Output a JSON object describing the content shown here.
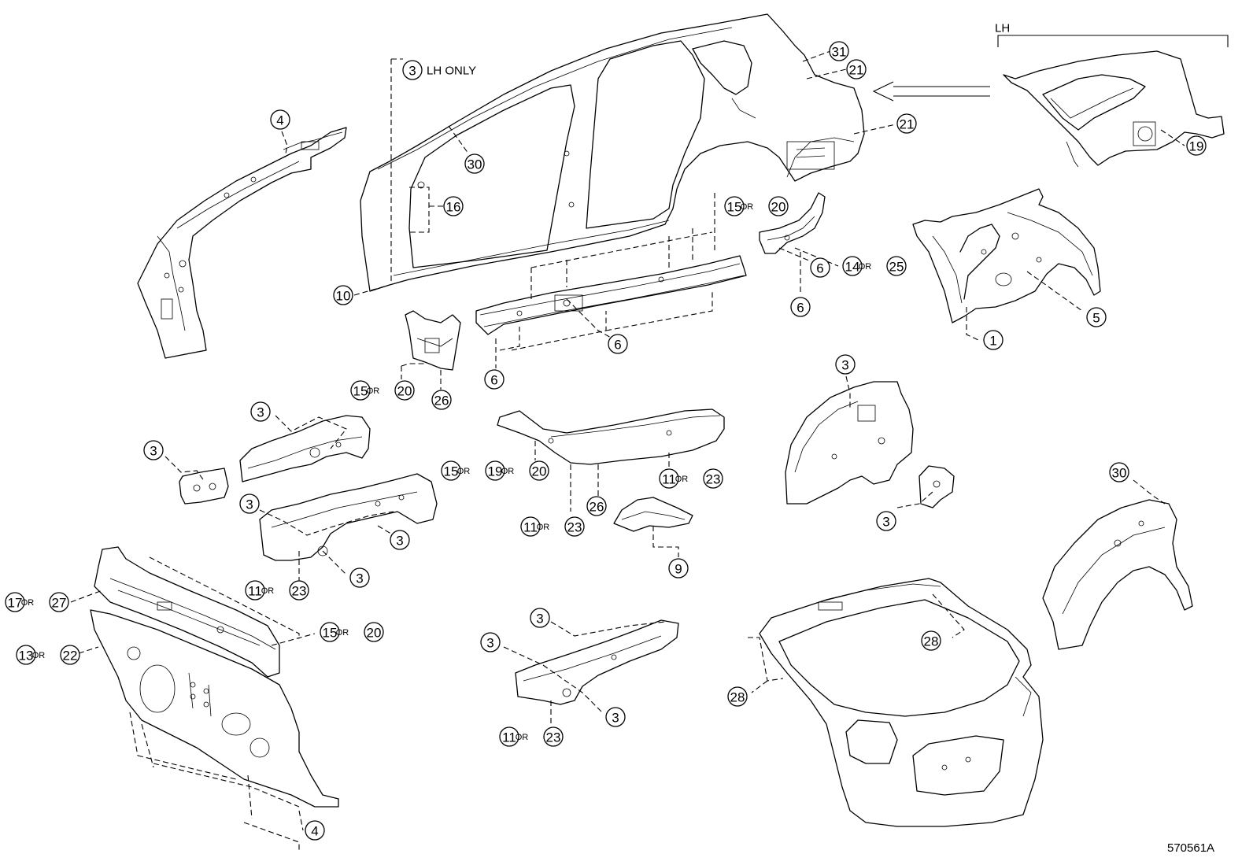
{
  "diagram": {
    "figure_id": "570561A",
    "or_word": "OR",
    "lh_label": "LH",
    "lh_only_label": "LH ONLY",
    "callouts": [
      {
        "id": "c-lh-only",
        "nums": [
          "3"
        ],
        "note": "LH ONLY"
      },
      {
        "id": "c-4-top",
        "nums": [
          "4"
        ]
      },
      {
        "id": "c-30-pillar",
        "nums": [
          "30"
        ]
      },
      {
        "id": "c-16",
        "nums": [
          "16"
        ]
      },
      {
        "id": "c-10",
        "nums": [
          "10"
        ]
      },
      {
        "id": "c-31",
        "nums": [
          "31"
        ]
      },
      {
        "id": "c-21-a",
        "nums": [
          "21"
        ]
      },
      {
        "id": "c-21-b",
        "nums": [
          "21"
        ]
      },
      {
        "id": "c-19-lh",
        "nums": [
          "19"
        ]
      },
      {
        "id": "c-15-20-rocker",
        "nums": [
          "15",
          "20"
        ]
      },
      {
        "id": "c-6-a",
        "nums": [
          "6"
        ]
      },
      {
        "id": "c-14-25",
        "nums": [
          "14",
          "25"
        ]
      },
      {
        "id": "c-6-b",
        "nums": [
          "6"
        ]
      },
      {
        "id": "c-6-c",
        "nums": [
          "6"
        ]
      },
      {
        "id": "c-6-d",
        "nums": [
          "6"
        ]
      },
      {
        "id": "c-5",
        "nums": [
          "5"
        ]
      },
      {
        "id": "c-1",
        "nums": [
          "1"
        ]
      },
      {
        "id": "c-15-20-bracket",
        "nums": [
          "15",
          "20"
        ]
      },
      {
        "id": "c-26-a",
        "nums": [
          "26"
        ]
      },
      {
        "id": "c-3-a",
        "nums": [
          "3"
        ]
      },
      {
        "id": "c-3-b",
        "nums": [
          "3"
        ]
      },
      {
        "id": "c-3-c",
        "nums": [
          "3"
        ]
      },
      {
        "id": "c-3-d",
        "nums": [
          "3"
        ]
      },
      {
        "id": "c-3-e",
        "nums": [
          "3"
        ]
      },
      {
        "id": "c-11-23-a",
        "nums": [
          "11",
          "23"
        ]
      },
      {
        "id": "c-15-19-20",
        "nums": [
          "15",
          "19",
          "20"
        ]
      },
      {
        "id": "c-26-b",
        "nums": [
          "26"
        ]
      },
      {
        "id": "c-11-23-b",
        "nums": [
          "11",
          "23"
        ]
      },
      {
        "id": "c-11-23-c",
        "nums": [
          "11",
          "23"
        ]
      },
      {
        "id": "c-9",
        "nums": [
          "9"
        ]
      },
      {
        "id": "c-3-wheelhouse",
        "nums": [
          "3"
        ]
      },
      {
        "id": "c-3-wh-bracket",
        "nums": [
          "3"
        ]
      },
      {
        "id": "c-30-rear",
        "nums": [
          "30"
        ]
      },
      {
        "id": "c-17-27",
        "nums": [
          "17",
          "27"
        ]
      },
      {
        "id": "c-13-22",
        "nums": [
          "13",
          "22"
        ]
      },
      {
        "id": "c-15-20-cowl",
        "nums": [
          "15",
          "20"
        ]
      },
      {
        "id": "c-4-bottom",
        "nums": [
          "4"
        ]
      },
      {
        "id": "c-3-f",
        "nums": [
          "3"
        ]
      },
      {
        "id": "c-3-g",
        "nums": [
          "3"
        ]
      },
      {
        "id": "c-3-h",
        "nums": [
          "3"
        ]
      },
      {
        "id": "c-11-23-d",
        "nums": [
          "11",
          "23"
        ]
      },
      {
        "id": "c-28-a",
        "nums": [
          "28"
        ]
      },
      {
        "id": "c-28-b",
        "nums": [
          "28"
        ]
      }
    ]
  }
}
